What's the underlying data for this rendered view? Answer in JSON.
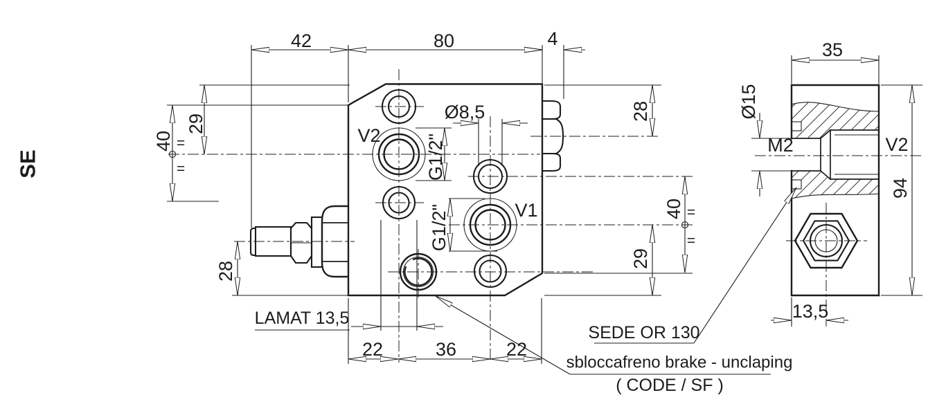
{
  "title_label": "SE",
  "front": {
    "dim_42": "42",
    "dim_80": "80",
    "dim_4": "4",
    "dim_29_left": "29",
    "dim_40_left": "40",
    "dim_28_top": "28",
    "dim_40_right": "40",
    "dim_29_right": "29",
    "dim_28_stem": "28",
    "dim_22_a": "22",
    "dim_36": "36",
    "dim_22_b": "22",
    "dim_dia_85": "Ø8,5",
    "dim_g12_v2": "G1/2\"",
    "dim_g12_v1": "G1/2\"",
    "eq": "=",
    "label_v2": "V2",
    "label_v1": "V1",
    "callout_lamat": "LAMAT 13,5"
  },
  "side": {
    "dim_35": "35",
    "dim_94": "94",
    "dim_135": "13,5",
    "dim_dia_15": "Ø15",
    "label_m2": "M2",
    "label_v2": "V2"
  },
  "callouts": {
    "sede_or": "SEDE OR 130",
    "brake": "sbloccafreno brake - unclaping",
    "code": "( CODE / SF )"
  },
  "colors": {
    "line": "#1c1c1c",
    "background": "#ffffff"
  }
}
